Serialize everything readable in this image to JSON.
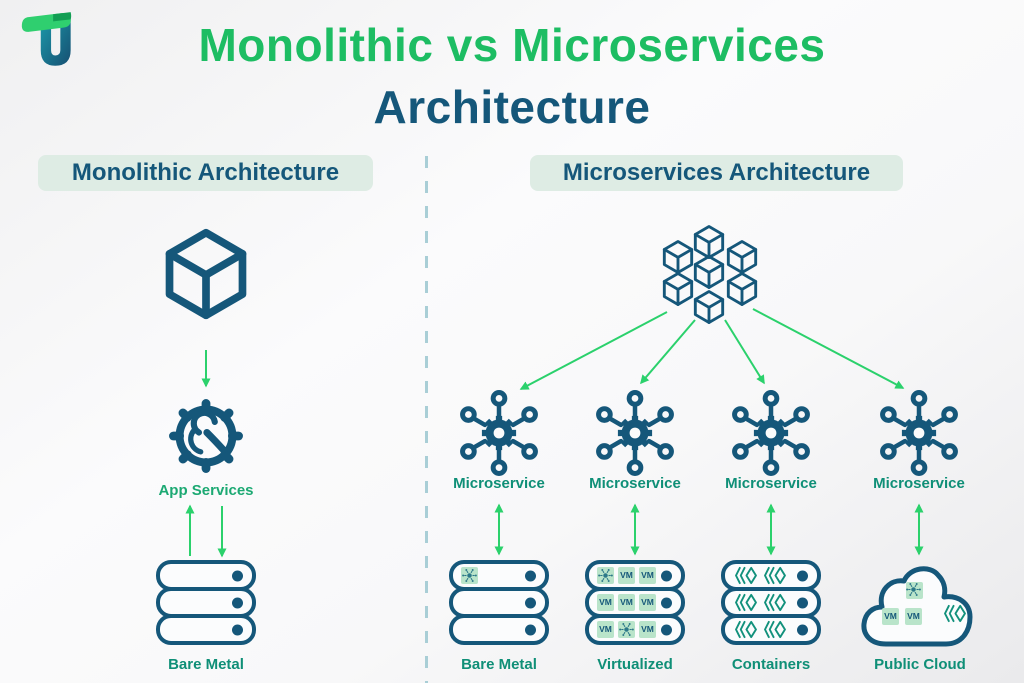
{
  "header": {
    "title_line1": "Monolithic vs Microservices",
    "title_line2": "Architecture"
  },
  "sections": {
    "monolithic_label": "Monolithic Architecture",
    "microservices_label": "Microservices Architecture"
  },
  "monolithic": {
    "app_services_label": "App Services",
    "server_label": "Bare Metal",
    "rack_rows": [
      [],
      [],
      []
    ]
  },
  "microservices": {
    "nodes": [
      "Microservice",
      "Microservice",
      "Microservice",
      "Microservice"
    ],
    "servers": [
      {
        "label": "Bare Metal",
        "kind": "rack",
        "rows": [
          [
            "ms"
          ],
          [],
          []
        ]
      },
      {
        "label": "Virtualized",
        "kind": "rack",
        "rows": [
          [
            "ms",
            "vm",
            "vm"
          ],
          [
            "vm",
            "vm",
            "vm"
          ],
          [
            "vm",
            "ms",
            "vm"
          ]
        ]
      },
      {
        "label": "Containers",
        "kind": "rack",
        "rows": [
          [
            "ct",
            "ct"
          ],
          [
            "ct",
            "ct"
          ],
          [
            "ct",
            "ct"
          ]
        ]
      },
      {
        "label": "Public Cloud",
        "kind": "cloud",
        "glyphs": [
          "ms",
          "vm",
          "vm",
          "ct"
        ]
      }
    ]
  },
  "glyph_labels": {
    "vm": "VM"
  },
  "icons": [
    "tu-logo-icon",
    "cube-icon",
    "gear-wrench-icon",
    "cubes-cluster-icon",
    "microservice-hub-icon",
    "server-rack-icon",
    "cloud-icon",
    "vm-chip",
    "microservice-chip",
    "container-icon",
    "arrow-icon"
  ],
  "colors": {
    "title_green": "#1dbd63",
    "dark_blue": "#15577a",
    "teal_label": "#0f8f77",
    "app_services_green": "#1ca973",
    "arrow_green": "#2bd16c",
    "pill_background": "#deece4",
    "chip_background": "#b9e4ca",
    "container_teal": "#12917c",
    "divider_dash": "#a9ced6"
  }
}
